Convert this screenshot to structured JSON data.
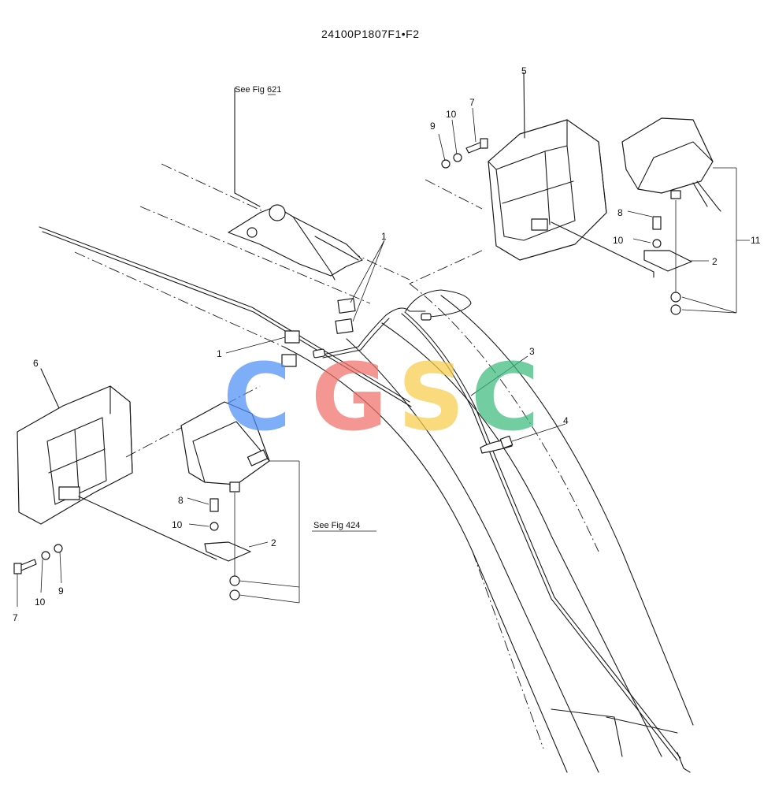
{
  "drawing_number": "24100P1807F1•F2",
  "references": {
    "fig_621": "See Fig 621",
    "fig_424": "See Fig 424"
  },
  "callouts": {
    "c1a": "1",
    "c1b": "1",
    "c2a": "2",
    "c2b": "2",
    "c3": "3",
    "c4": "4",
    "c5": "5",
    "c6": "6",
    "c7a": "7",
    "c7b": "7",
    "c8a": "8",
    "c8b": "8",
    "c9a": "9",
    "c9b": "9",
    "c10a": "10",
    "c10b": "10",
    "c10c": "10",
    "c10d": "10",
    "c11": "11"
  },
  "watermark": {
    "letters": [
      "C",
      "G",
      "S",
      "C"
    ],
    "colors": [
      "#4f8ff7",
      "#f0706a",
      "#f7cc4a",
      "#3dba7e"
    ]
  }
}
